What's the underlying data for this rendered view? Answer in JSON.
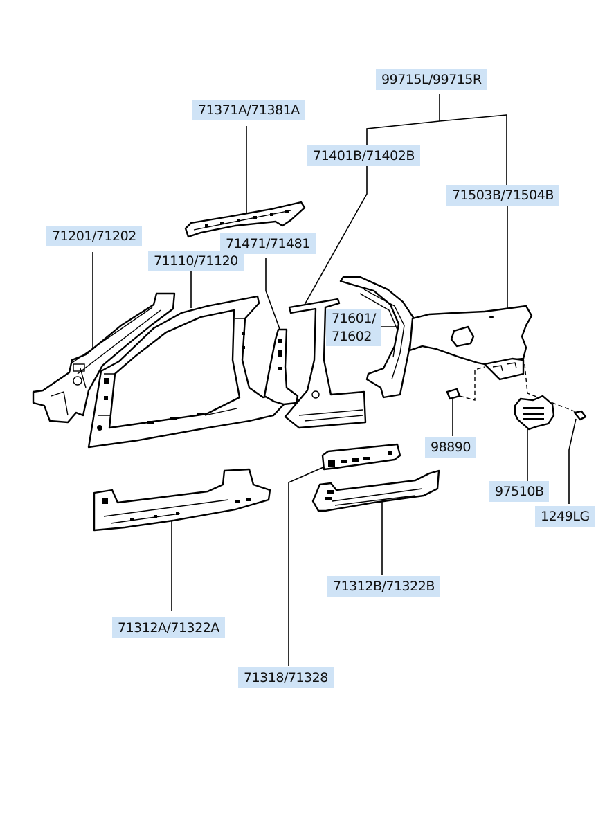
{
  "diagram": {
    "title": "Side body panel parts diagram",
    "label_highlight_color": "#cfe3f6",
    "labels": [
      {
        "id": "99715",
        "text": "99715L/99715R"
      },
      {
        "id": "71371",
        "text": "71371A/71381A"
      },
      {
        "id": "71401",
        "text": "71401B/71402B"
      },
      {
        "id": "71503",
        "text": "71503B/71504B"
      },
      {
        "id": "71201",
        "text": "71201/71202"
      },
      {
        "id": "71471",
        "text": "71471/71481"
      },
      {
        "id": "71110",
        "text": "71110/71120"
      },
      {
        "id": "71601",
        "text": "71601/\n71602"
      },
      {
        "id": "98890",
        "text": "98890"
      },
      {
        "id": "97510",
        "text": "97510B"
      },
      {
        "id": "1249",
        "text": "1249LG"
      },
      {
        "id": "71312B",
        "text": "71312B/71322B"
      },
      {
        "id": "71312A",
        "text": "71312A/71322A"
      },
      {
        "id": "71318",
        "text": "71318/71328"
      }
    ],
    "parts": [
      "roof-rail-reinforcement",
      "front-pillar-outer",
      "side-outer-panel",
      "center-pillar-reinforcement",
      "center-pillar-outer",
      "rear-wheel-house-extension",
      "quarter-panel",
      "sill-outer-front",
      "sill-reinforcement",
      "sill-outer-rear",
      "clip",
      "bracket",
      "screw"
    ]
  }
}
